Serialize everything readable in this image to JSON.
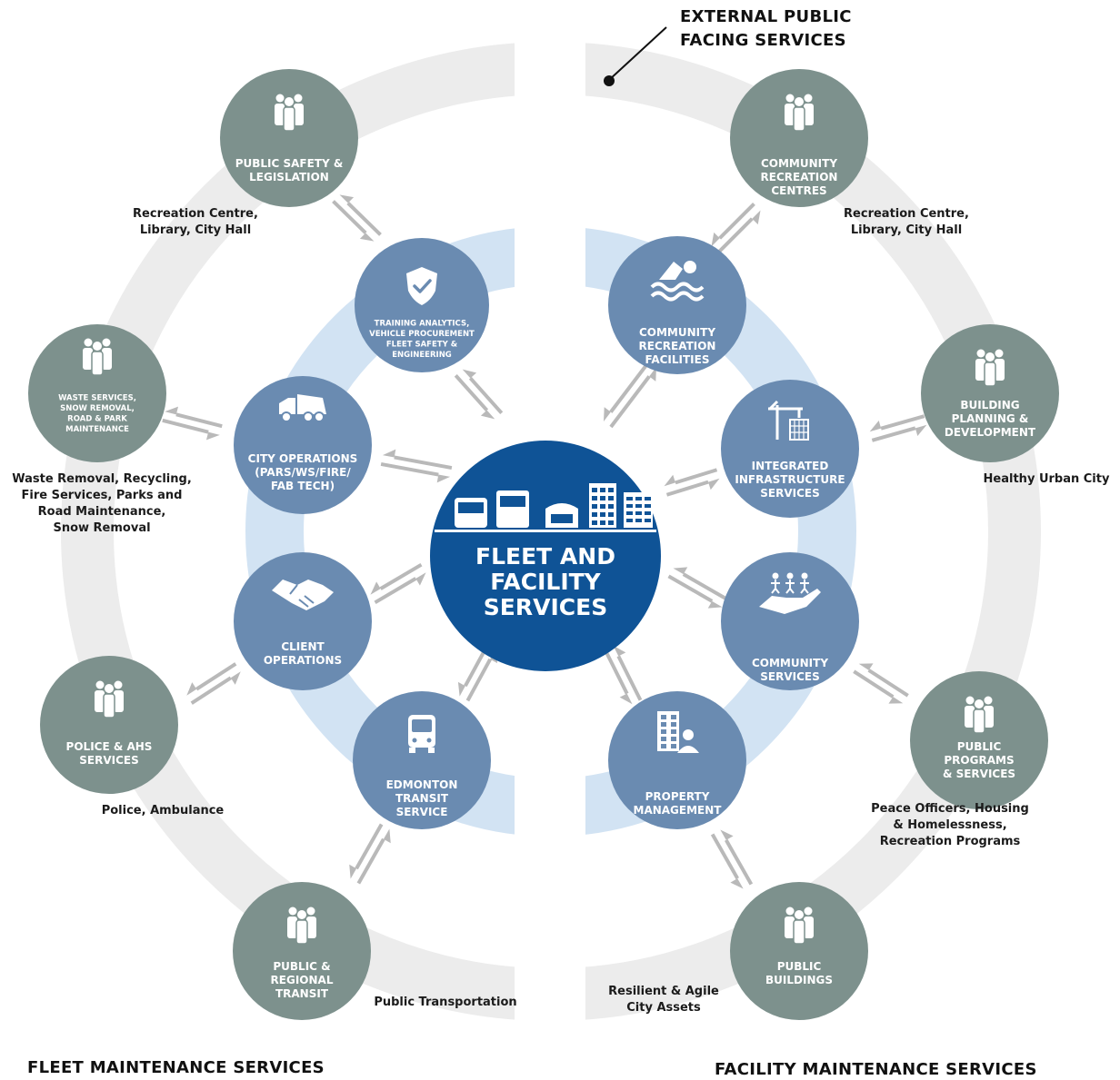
{
  "center": {
    "lines": [
      "FLEET AND",
      "FACILITY",
      "SERVICES"
    ]
  },
  "external_label": {
    "lines": [
      "EXTERNAL PUBLIC",
      "FACING SERVICES"
    ]
  },
  "left_heading": "FLEET MAINTENANCE SERVICES",
  "right_heading": "FACILITY MAINTENANCE SERVICES",
  "inner": [
    {
      "key": "training",
      "icon": "shield-check-icon",
      "lines": [
        "TRAINING ANALYTICS,",
        "VEHICLE PROCUREMENT",
        "FLEET SAFETY &",
        "ENGINEERING"
      ]
    },
    {
      "key": "city-ops",
      "icon": "garbage-truck-icon",
      "lines": [
        "CITY OPERATIONS",
        "(PARS/WS/FIRE/",
        "FAB TECH)"
      ]
    },
    {
      "key": "client-ops",
      "icon": "handshake-icon",
      "lines": [
        "CLIENT",
        "OPERATIONS"
      ]
    },
    {
      "key": "ets",
      "icon": "bus-icon",
      "lines": [
        "EDMONTON",
        "TRANSIT",
        "SERVICE"
      ]
    },
    {
      "key": "rec-facilities",
      "icon": "swimmer-icon",
      "lines": [
        "COMMUNITY",
        "RECREATION",
        "FACILITIES"
      ]
    },
    {
      "key": "integrated",
      "icon": "crane-building-icon",
      "lines": [
        "INTEGRATED",
        "INFRASTRUCTURE",
        "SERVICES"
      ]
    },
    {
      "key": "community",
      "icon": "hand-people-icon",
      "lines": [
        "COMMUNITY",
        "SERVICES"
      ]
    },
    {
      "key": "property",
      "icon": "building-person-icon",
      "lines": [
        "PROPERTY",
        "MANAGEMENT"
      ]
    }
  ],
  "outer": [
    {
      "key": "public-safety",
      "icon": "people-group-icon",
      "lines": [
        "PUBLIC SAFETY &",
        "LEGISLATION"
      ],
      "caption": "Recreation Centre,\nLibrary, City Hall"
    },
    {
      "key": "waste",
      "icon": "people-group-icon",
      "lines": [
        "WASTE SERVICES,",
        "SNOW REMOVAL,",
        "ROAD & PARK",
        "MAINTENANCE"
      ],
      "caption": "Waste Removal, Recycling,\nFire Services, Parks and\nRoad Maintenance,\nSnow Removal"
    },
    {
      "key": "police",
      "icon": "people-group-icon",
      "lines": [
        "POLICE & AHS",
        "SERVICES"
      ],
      "caption": "Police, Ambulance"
    },
    {
      "key": "transit",
      "icon": "people-group-icon",
      "lines": [
        "PUBLIC &",
        "REGIONAL",
        "TRANSIT"
      ],
      "caption": "Public Transportation"
    },
    {
      "key": "rec-centres",
      "icon": "people-group-icon",
      "lines": [
        "COMMUNITY",
        "RECREATION",
        "CENTRES"
      ],
      "caption": "Recreation Centre,\nLibrary, City Hall"
    },
    {
      "key": "building",
      "icon": "people-group-icon",
      "lines": [
        "BUILDING",
        "PLANNING &",
        "DEVELOPMENT"
      ],
      "caption": "Healthy Urban City"
    },
    {
      "key": "programs",
      "icon": "people-group-icon",
      "lines": [
        "PUBLIC",
        "PROGRAMS",
        "& SERVICES"
      ],
      "caption": "Peace Officers, Housing\n& Homelessness,\nRecreation Programs"
    },
    {
      "key": "buildings",
      "icon": "people-group-icon",
      "lines": [
        "PUBLIC",
        "BUILDINGS"
      ],
      "caption": "Resilient & Agile\nCity Assets"
    }
  ],
  "colors": {
    "center": "#0f5396",
    "inner": "#6a8bb1",
    "outer": "#7d918d",
    "inner_ring": "#d2e3f3",
    "outer_ring": "#ececec",
    "arrow": "#b9b9b9"
  }
}
